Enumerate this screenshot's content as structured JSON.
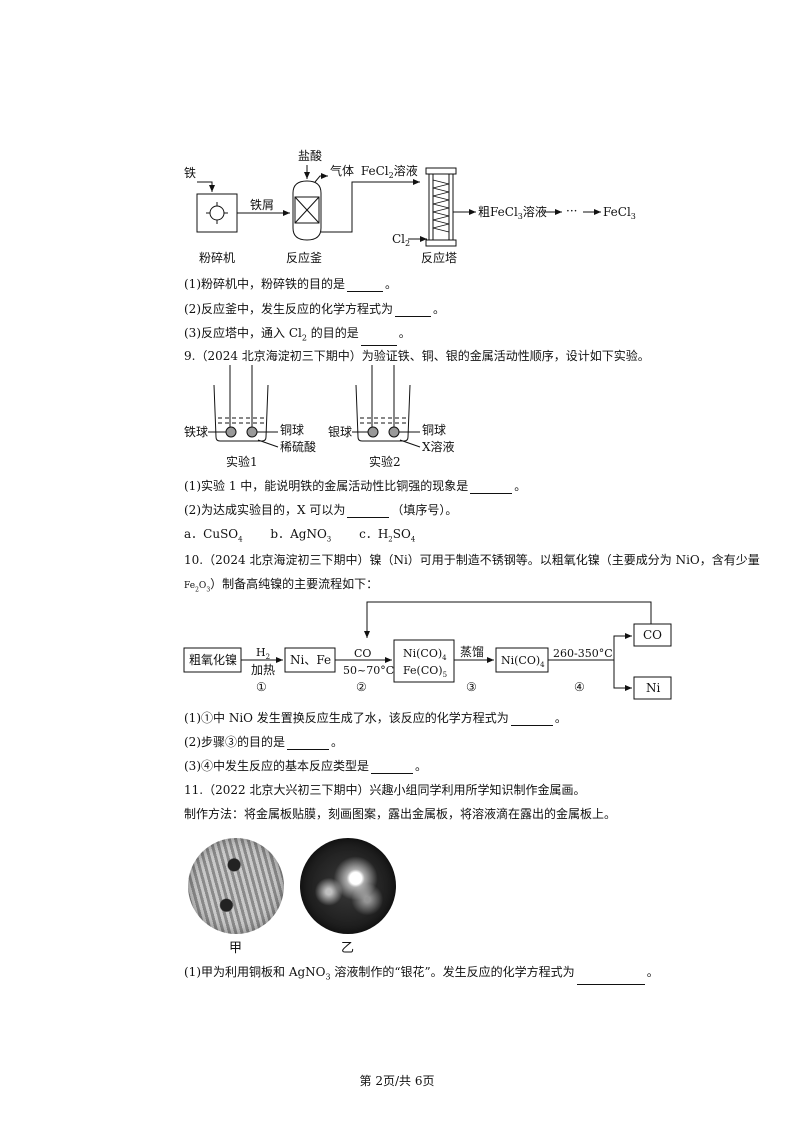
{
  "diagram1": {
    "iron": "铁",
    "iron_filings": "铁屑",
    "hydrochloric_acid": "盐酸",
    "gas": "气体",
    "fecl2_solution_prefix": "FeCl",
    "fecl2_solution_sub": "2",
    "fecl2_solution_suffix": "溶液",
    "crude_prefix": "粗FeCl",
    "crude_sub": "3",
    "crude_suffix": "溶液",
    "ellipsis": "···",
    "product_prefix": "FeCl",
    "product_sub": "3",
    "cl2_prefix": "Cl",
    "cl2_sub": "2",
    "crusher": "粉碎机",
    "reactor": "反应釜",
    "tower": "反应塔"
  },
  "q8": {
    "p1": "(1)粉碎机中，粉碎铁的目的是",
    "p1_end": "。",
    "p2": "(2)反应釜中，发生反应的化学方程式为",
    "p2_end": "。",
    "p3_a": "(3)反应塔中，通入 Cl",
    "p3_sub": "2",
    "p3_b": " 的目的是",
    "p3_end": "。"
  },
  "q9": {
    "title": "9.（2024 北京海淀初三下期中）为验证铁、铜、银的金属活动性顺序，设计如下实验。",
    "exp1_iron": "铁球",
    "exp1_copper": "铜球",
    "exp1_acid": "稀硫酸",
    "exp1_label": "实验1",
    "exp2_silver": "银球",
    "exp2_copper": "铜球",
    "exp2_x": "X溶液",
    "exp2_label": "实验2",
    "p1": "(1)实验 1 中，能说明铁的金属活动性比铜强的现象是",
    "p1_end": "。",
    "p2": "(2)为达成实验目的，X 可以为",
    "p2_end": "（填序号）。",
    "opt_a": "a．CuSO",
    "opt_a_sub": "4",
    "opt_b": "b．AgNO",
    "opt_b_sub": "3",
    "opt_c": "c．H",
    "opt_c_sub1": "2",
    "opt_c_mid": "SO",
    "opt_c_sub2": "4"
  },
  "q10": {
    "title": "10.（2024 北京海淀初三下期中）镍（Ni）可用于制造不锈钢等。以粗氧化镍（主要成分为 NiO，含有少量",
    "title2_a": "Fe",
    "title2_sub1": "2",
    "title2_b": "O",
    "title2_sub2": "3",
    "title2_c": "）制备高纯镍的主要流程如下：",
    "box1": "粗氧化镍",
    "h2_prefix": "H",
    "h2_sub": "2",
    "heat": "加热",
    "step1": "①",
    "box2": "Ni、Fe",
    "co": "CO",
    "temp1": "50~70°C",
    "step2": "②",
    "box3_line1_a": "Ni(CO)",
    "box3_line1_sub": "4",
    "box3_line2_a": "Fe(CO)",
    "box3_line2_sub": "5",
    "distill": "蒸馏",
    "step3": "③",
    "box4_a": "Ni(CO)",
    "box4_sub": "4",
    "temp2": "260-350°C",
    "step4": "④",
    "box5": "CO",
    "box6": "Ni",
    "p1": "(1)①中 NiO 发生置换反应生成了水，该反应的化学方程式为",
    "p1_end": "。",
    "p2": "(2)步骤③的目的是",
    "p2_end": "。",
    "p3": "(3)④中发生反应的基本反应类型是",
    "p3_end": "。"
  },
  "q11": {
    "title": "11.（2022 北京大兴初三下期中）兴趣小组同学利用所学知识制作金属画。",
    "method": "制作方法：将金属板贴膜，刻画图案，露出金属板，将溶液滴在露出的金属板上。",
    "cap_a": "甲",
    "cap_b": "乙",
    "p1_a": "(1)甲为利用铜板和 AgNO",
    "p1_sub": "3",
    "p1_b": " 溶液制作的“银花”。发生反应的化学方程式为",
    "p1_end": "。"
  },
  "footer": "第 2页/共 6页"
}
